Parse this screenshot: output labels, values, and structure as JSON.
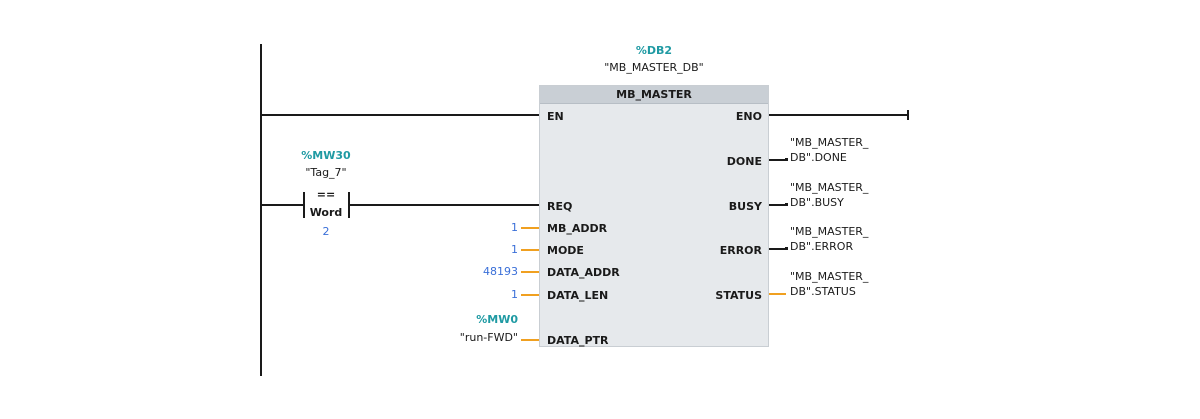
{
  "instance": {
    "address": "%DB2",
    "name": "\"MB_MASTER_DB\""
  },
  "block": {
    "title": "MB_MASTER",
    "inputs": [
      "EN",
      "REQ",
      "MB_ADDR",
      "MODE",
      "DATA_ADDR",
      "DATA_LEN",
      "DATA_PTR"
    ],
    "outputs": [
      "ENO",
      "DONE",
      "BUSY",
      "ERROR",
      "STATUS"
    ]
  },
  "contact": {
    "address": "%MW30",
    "tag": "\"Tag_7\"",
    "operator": "==",
    "type": "Word",
    "compare_value": "2"
  },
  "input_params": {
    "mb_addr": "1",
    "mode": "1",
    "data_addr": "48193",
    "data_len": "1",
    "data_ptr_address": "%MW0",
    "data_ptr_tag": "\"run-FWD\""
  },
  "output_params": {
    "done": [
      "\"MB_MASTER_",
      "DB\".DONE"
    ],
    "busy": [
      "\"MB_MASTER_",
      "DB\".BUSY"
    ],
    "error": [
      "\"MB_MASTER_",
      "DB\".ERROR"
    ],
    "status": [
      "\"MB_MASTER_",
      "DB\".STATUS"
    ]
  },
  "colors": {
    "address": "#1f9aa3",
    "constant": "#3a6fd8",
    "wire_param": "#f0a020",
    "block_fill": "#e6e9ec",
    "header_fill": "#c9cfd5"
  }
}
